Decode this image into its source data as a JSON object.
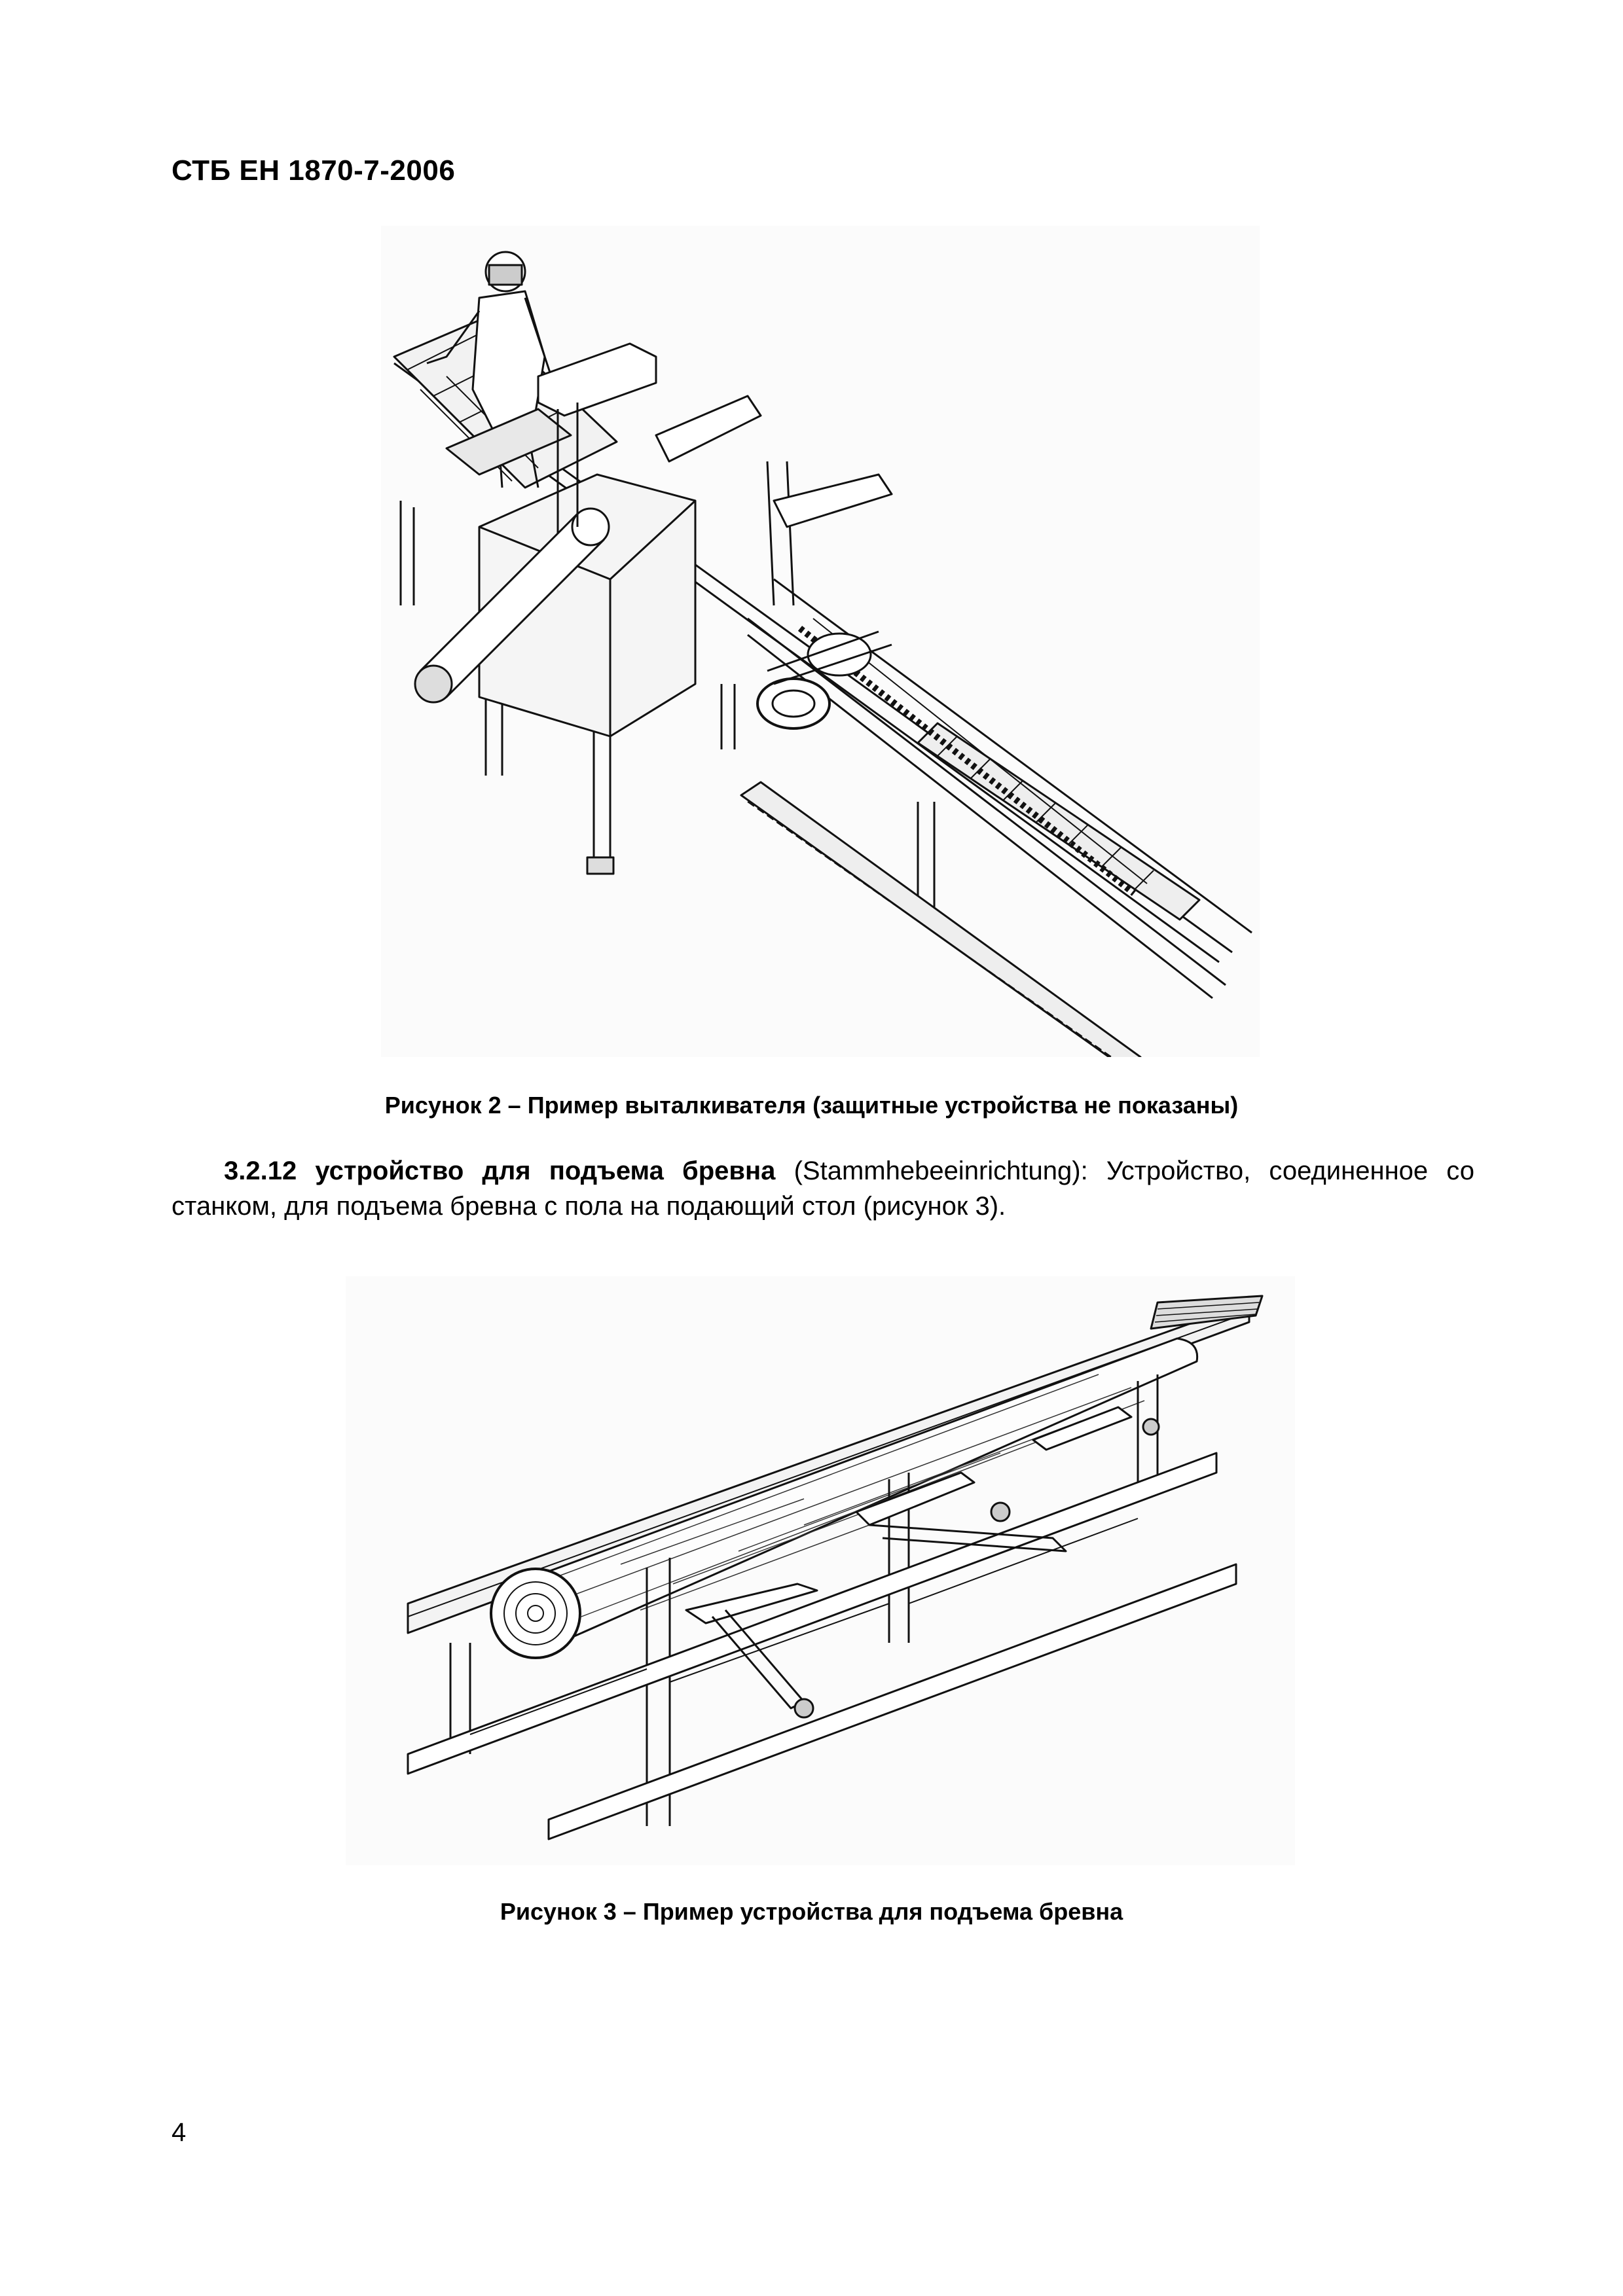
{
  "header": {
    "document_code": "СТБ ЕН 1870-7-2006"
  },
  "figure_2": {
    "caption": "Рисунок 2 – Пример выталкивателя (защитные устройства не показаны)"
  },
  "clause": {
    "number": "3.2.12",
    "term": "устройство для подъема бревна",
    "original_term": "(Stammhebeeinrichtung):",
    "definition": "Устройство, соединенное со станком, для подъема бревна с пола на подающий стол (рисунок 3)."
  },
  "figure_3": {
    "caption": "Рисунок 3 – Пример устройства для подъема бревна"
  },
  "footer": {
    "page_number": "4"
  }
}
